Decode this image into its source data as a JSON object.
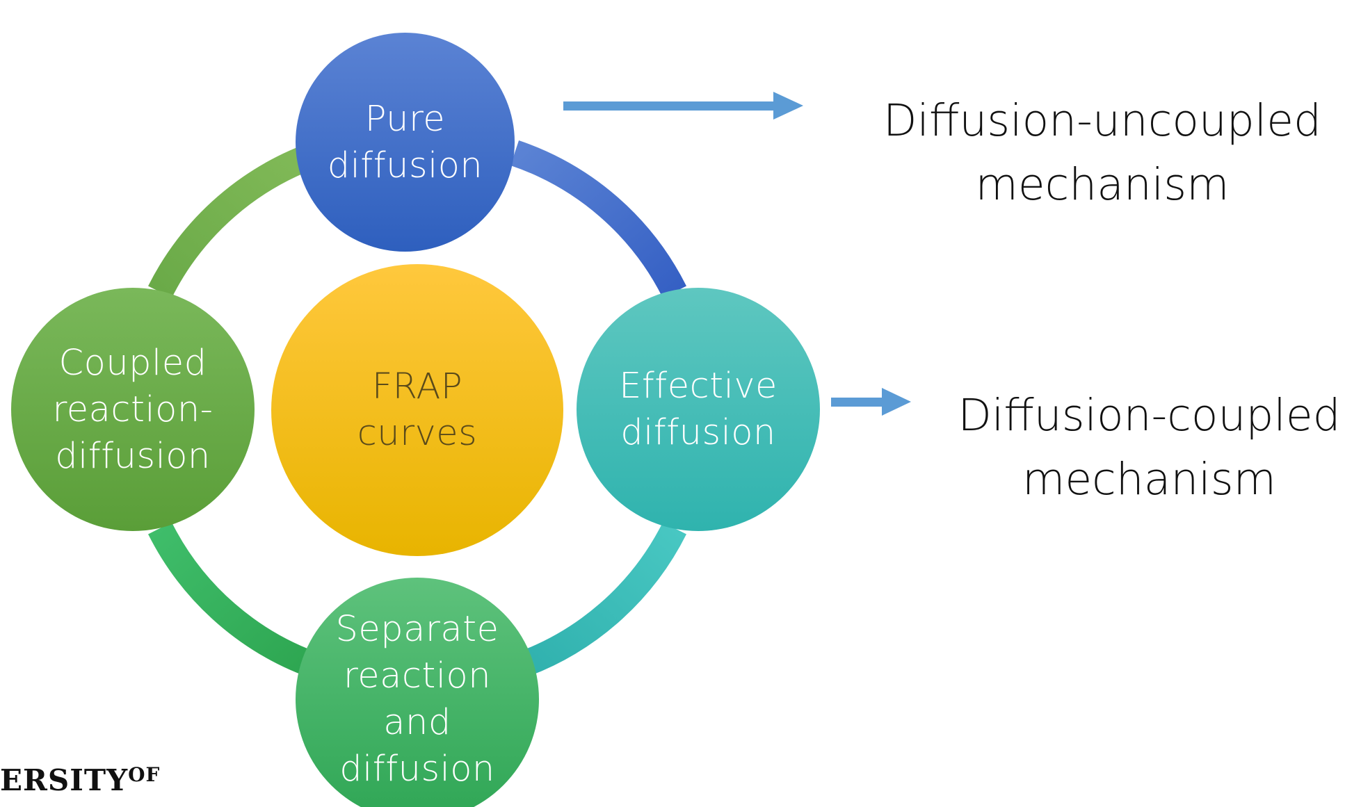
{
  "nodes": {
    "pure_diffusion": "Pure\ndiffusion",
    "effective_diffusion": "Effective\ndiffusion",
    "coupled_reaction_diffusion": "Coupled\nreaction-\ndiffusion",
    "separate_reaction_diffusion": "Separate\nreaction\nand\ndiffusion",
    "frap_curves": "FRAP\ncurves"
  },
  "mechanisms": {
    "uncoupled": "Diffusion-uncoupled\nmechanism",
    "coupled": "Diffusion-coupled\nmechanism"
  },
  "logo": {
    "main": "ERSITY",
    "suffix": "OF"
  },
  "colors": {
    "pure": "#3f6fcc",
    "effective": "#40bdb8",
    "coupled": "#6aaa48",
    "separate": "#3fb35e",
    "frap": "#f7be19",
    "arrow": "#5b9bd5"
  }
}
